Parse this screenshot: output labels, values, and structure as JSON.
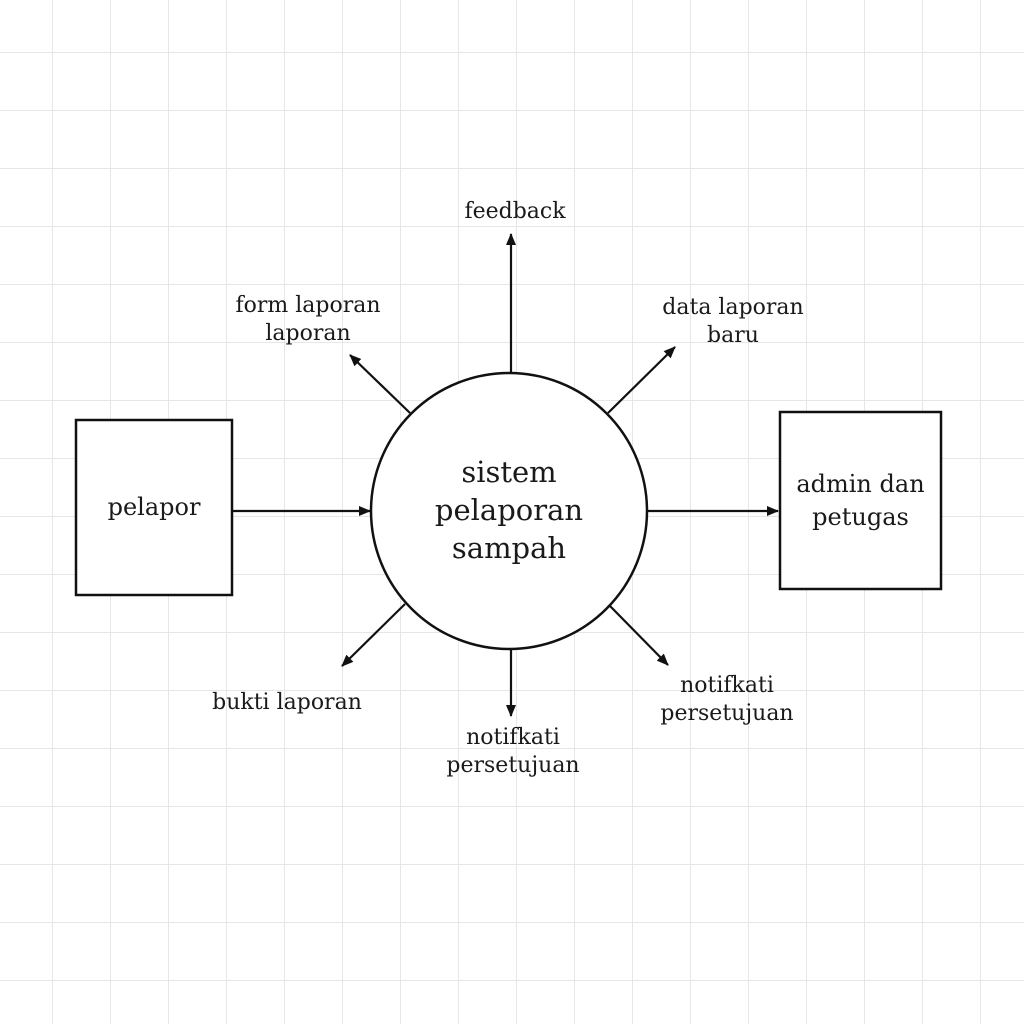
{
  "process": {
    "lines": [
      "sistem",
      "pelaporan",
      "sampah"
    ]
  },
  "entities": {
    "left": {
      "lines": [
        "pelapor"
      ]
    },
    "right": {
      "lines": [
        "admin dan",
        "petugas"
      ]
    }
  },
  "flows": {
    "top": {
      "lines": [
        "feedback"
      ]
    },
    "top_left": {
      "lines": [
        "form laporan",
        "laporan"
      ]
    },
    "top_right": {
      "lines": [
        "data laporan",
        "baru"
      ]
    },
    "bottom_left": {
      "lines": [
        "bukti laporan"
      ]
    },
    "bottom": {
      "lines": [
        "notifkati",
        "persetujuan"
      ]
    },
    "bottom_right": {
      "lines": [
        "notifkati",
        "persetujuan"
      ]
    }
  },
  "colors": {
    "stroke": "#111111",
    "grid": "#e6e6e6",
    "background": "#ffffff"
  }
}
